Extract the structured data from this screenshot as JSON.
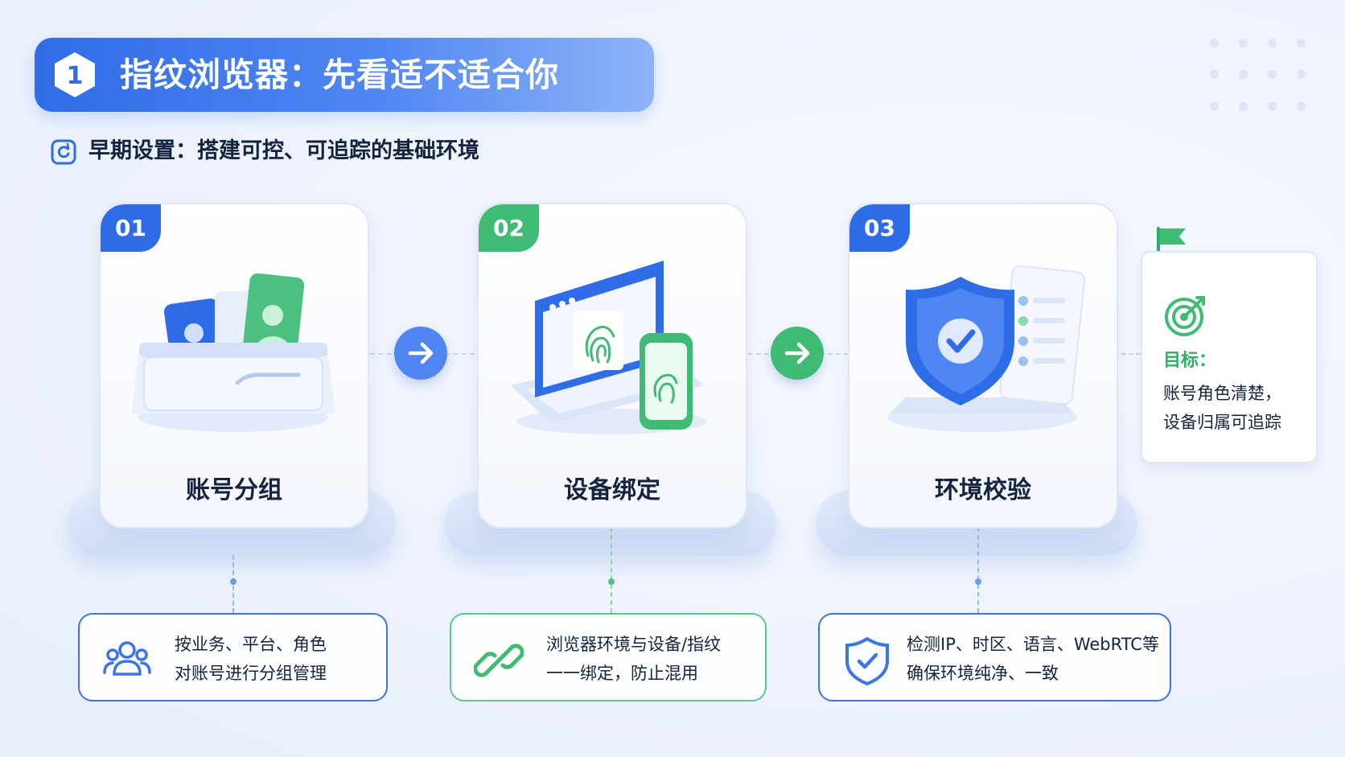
{
  "header": {
    "badge_number": "1",
    "title": "指纹浏览器：先看适不适合你",
    "subtitle": "早期设置：搭建可控、可追踪的基础环境"
  },
  "steps": [
    {
      "number": "01",
      "title": "账号分组",
      "illustration": "id-cards-box-illustration",
      "color": "#2f6ce8"
    },
    {
      "number": "02",
      "title": "设备绑定",
      "illustration": "laptop-phone-fingerprint-illustration",
      "color": "#3fbb74"
    },
    {
      "number": "03",
      "title": "环境校验",
      "illustration": "shield-checkmark-illustration",
      "color": "#2f6ce8"
    }
  ],
  "goal": {
    "label": "目标：",
    "lines": [
      "账号角色清楚，",
      "设备归属可追踪"
    ],
    "icons": [
      "flag-icon",
      "target-icon"
    ],
    "color": "#2fae67"
  },
  "details": [
    {
      "icon": "users-group-icon",
      "lines": [
        "按业务、平台、角色",
        "对账号进行分组管理"
      ],
      "color": "#3d74e6"
    },
    {
      "icon": "link-chain-icon",
      "lines": [
        "浏览器环境与设备/指纹",
        "一一绑定，防止混用"
      ],
      "color": "#3fbb74"
    },
    {
      "icon": "shield-check-icon",
      "lines": [
        "检测IP、时区、语言、WebRTC等",
        "确保环境纯净、一致"
      ],
      "color": "#3d74e6"
    }
  ],
  "arrows": [
    "arrow-right-icon",
    "arrow-right-icon"
  ]
}
